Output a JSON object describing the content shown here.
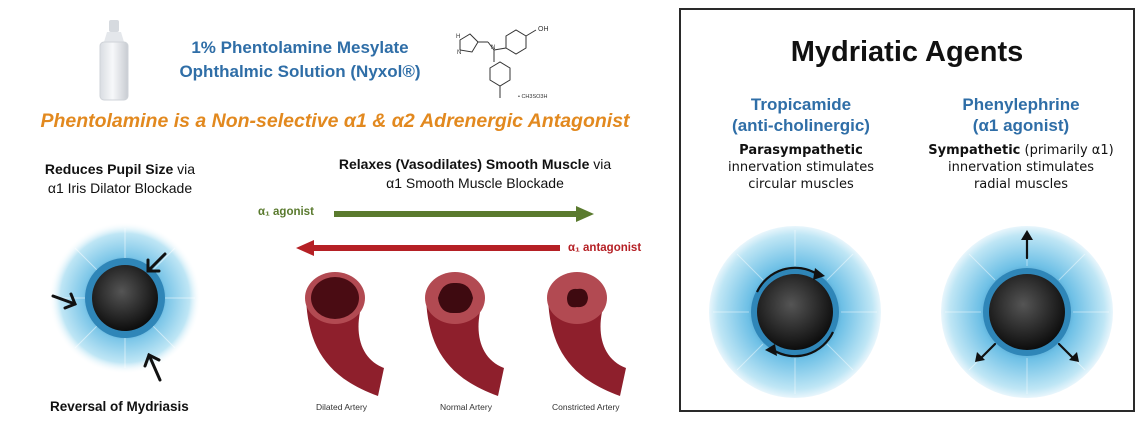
{
  "product": {
    "line1": "1% Phentolamine Mesylate",
    "line2": "Ophthalmic Solution (Nyxol®)"
  },
  "chem": {
    "oh": "OH",
    "nh": "H",
    "n1": "N",
    "n2": "N",
    "salt": "• CH3SO3H"
  },
  "headline": "Phentolamine is a Non-selective α1 & α2 Adrenergic Antagonist",
  "left_effect": {
    "title": "Reduces Pupil Size",
    "suffix": " via",
    "line2": "α1 Iris Dilator Blockade",
    "bottom_label": "Reversal of Mydriasis"
  },
  "middle_effect": {
    "title": "Relaxes (Vasodilates) Smooth Muscle",
    "suffix": " via",
    "line2": "α1 Smooth Muscle Blockade",
    "agonist_label": "α₁ agonist",
    "antagonist_label": "α₁ antagonist",
    "arteries": [
      "Dilated Artery",
      "Normal Artery",
      "Constricted Artery"
    ]
  },
  "right_panel": {
    "title": "Mydriatic Agents",
    "agents": [
      {
        "name_line1": "Tropicamide",
        "name_line2": "(anti-cholinergic)",
        "desc_bold": "Parasympathetic",
        "desc_rest": "",
        "desc_line2": "innervation stimulates",
        "desc_line3": "circular muscles"
      },
      {
        "name_line1": "Phenylephrine",
        "name_line2": "(α1 agonist)",
        "desc_bold": "Sympathetic",
        "desc_rest": " (primarily α1)",
        "desc_line2": "innervation stimulates",
        "desc_line3": "radial muscles"
      }
    ]
  },
  "colors": {
    "blue_title": "#2f6ea7",
    "orange_headline": "#e2891f",
    "agonist_green": "#5a7a2e",
    "antagonist_red": "#b52025",
    "iris_blue": "#5bbde0",
    "artery_red": "#8e1f2c"
  }
}
